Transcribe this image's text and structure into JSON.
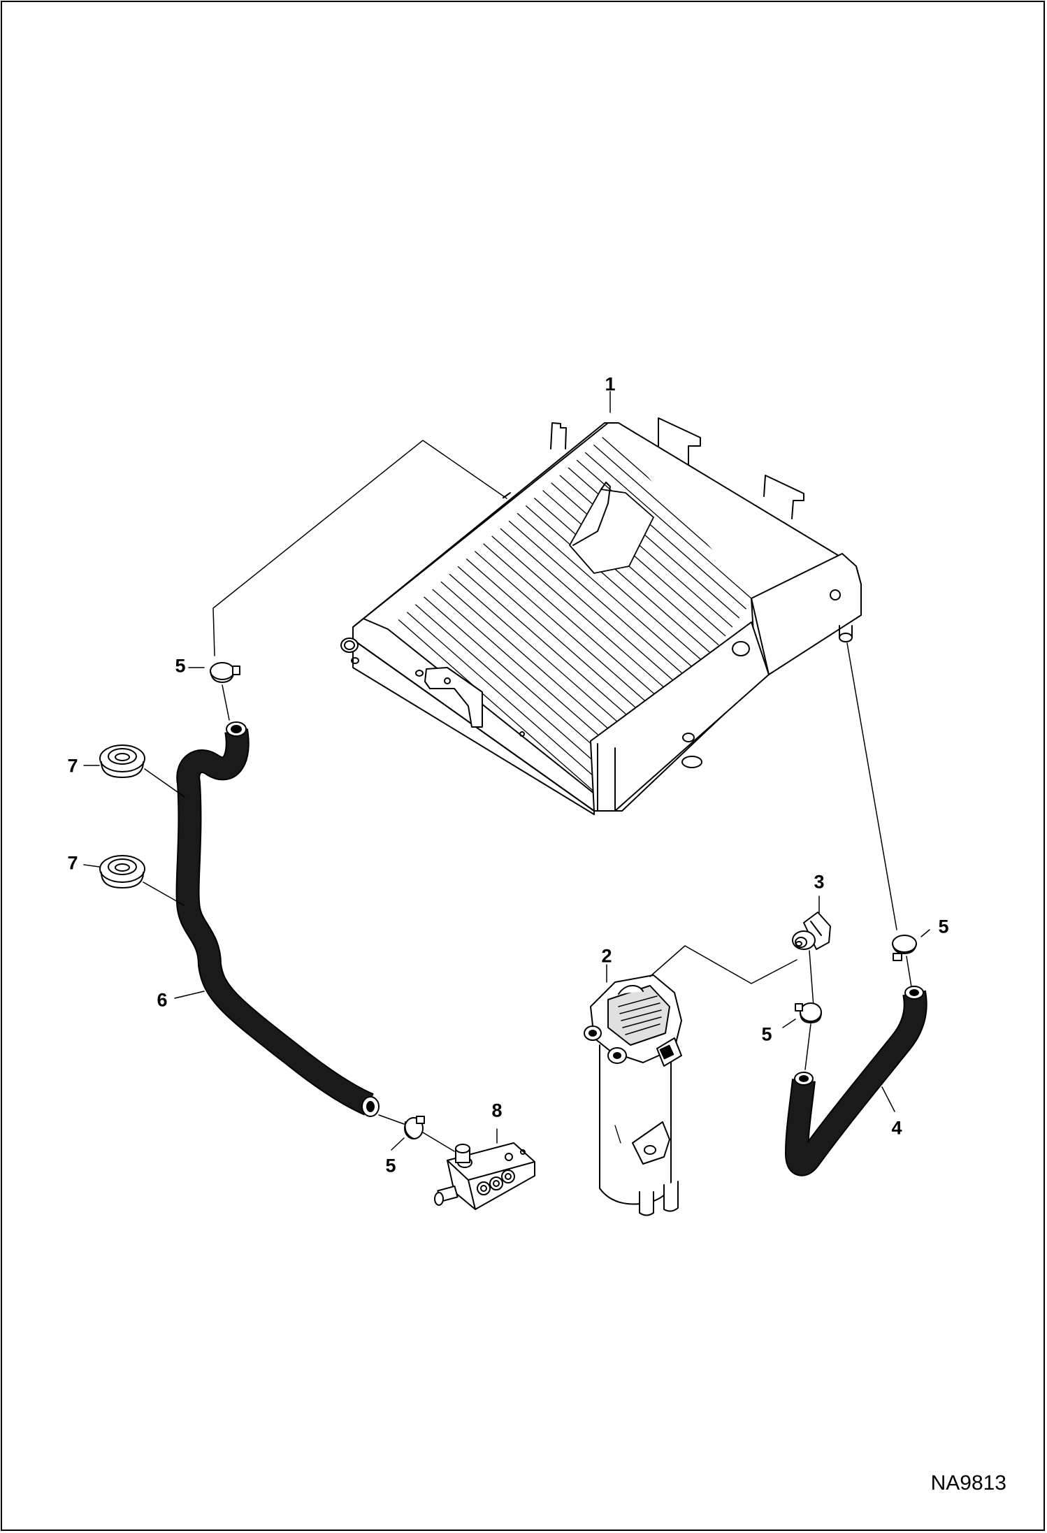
{
  "figure_id": "NA9813",
  "callouts": {
    "radiator": "1",
    "tank": "2",
    "sensor": "3",
    "hose_right": "4",
    "clamp_top_left": "5",
    "clamp_bottom_left": "5",
    "clamp_sensor": "5",
    "clamp_right": "5",
    "hose_left": "6",
    "grommet_upper": "7",
    "grommet_lower": "7",
    "fitting": "8"
  },
  "colors": {
    "ink": "#000000",
    "paper": "#ffffff",
    "fill_grey": "#f2f2f2"
  }
}
